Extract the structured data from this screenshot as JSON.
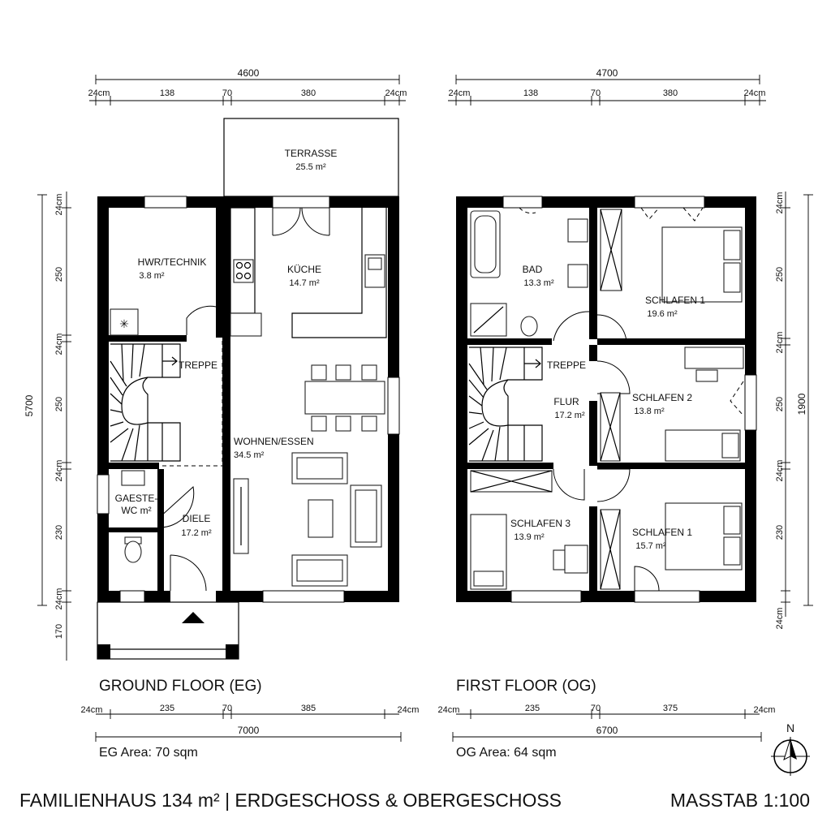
{
  "title": "FAMILIENHAUS 134 m² | ERDGESCHOSS & OBERGESCHOSS",
  "scale": "MASSTAB 1:100",
  "north": "N",
  "ground_floor": {
    "label": "GROUND FLOOR (EG)",
    "area": "EG Area: 70 sqm",
    "top_total": "4600",
    "top_parts": [
      "24cm",
      "138",
      "70",
      "380",
      "24cm"
    ],
    "bottom_parts": [
      "24cm",
      "235",
      "70",
      "385",
      "24cm"
    ],
    "bottom_total": "7000",
    "left_total": "5700",
    "left_parts": [
      "24cm",
      "250",
      "24cm",
      "250",
      "24cm",
      "230",
      "24cm",
      "170"
    ],
    "rooms": {
      "terrasse": {
        "name": "TERRASSE",
        "area": "25.5 m²"
      },
      "hwr": {
        "name": "HWR/TECHNIK",
        "area": "3.8 m²"
      },
      "kueche": {
        "name": "KÜCHE",
        "area": "14.7 m²"
      },
      "treppe": {
        "name": "TREPPE"
      },
      "wohnen": {
        "name": "WOHNEN/ESSEN",
        "area": "34.5 m²"
      },
      "gaeste1": "GAESTE-",
      "gaeste2": "WC m²",
      "diele": {
        "name": "DIELE",
        "area": "17.2 m²"
      }
    }
  },
  "first_floor": {
    "label": "FIRST FLOOR (OG)",
    "area": "OG Area: 64 sqm",
    "top_total": "4700",
    "top_parts": [
      "24cm",
      "138",
      "70",
      "380",
      "24cm"
    ],
    "bottom_parts": [
      "24cm",
      "235",
      "70",
      "375",
      "24cm"
    ],
    "bottom_total": "6700",
    "right_total": "1900",
    "right_parts": [
      "24cm",
      "250",
      "24cm",
      "250",
      "24cm",
      "230",
      "24cm"
    ],
    "rooms": {
      "bad": {
        "name": "BAD",
        "area": "13.3 m²"
      },
      "schlafen1": {
        "name": "SCHLAFEN 1",
        "area": "19.6 m²"
      },
      "treppe": {
        "name": "TREPPE"
      },
      "flur": {
        "name": "FLUR",
        "area": "17.2 m²"
      },
      "schlafen2": {
        "name": "SCHLAFEN 2",
        "area": "13.8 m²"
      },
      "schlafen3": {
        "name": "SCHLAFEN 3",
        "area": "13.9 m²"
      },
      "schlafen4": {
        "name": "SCHLAFEN 1",
        "area": "15.7 m²"
      }
    }
  }
}
